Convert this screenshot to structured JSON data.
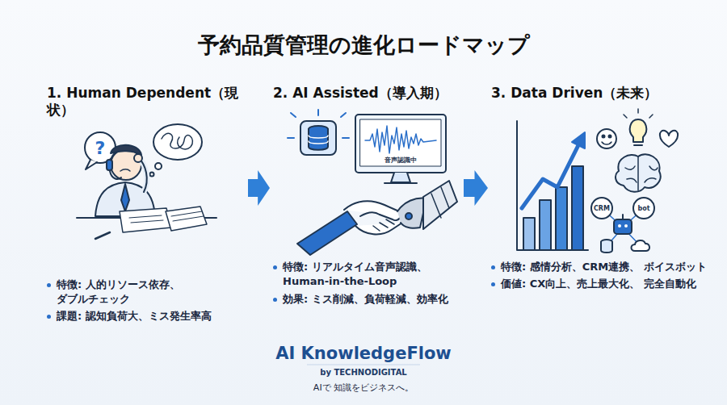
{
  "diagram": {
    "title": "予約品質管理の進化ロードマップ",
    "nodes": [
      {
        "text": [
          "1. Human Dependent（現状）",
          "特徴: 人的リソース依存、 ダブルチェック",
          "課題: 認知負荷大、ミス発生率高"
        ]
      },
      {
        "text": [
          "2. AI Assisted（導入期）",
          "特徴: リアルタイム音声認識、 Human-in-the-Loop",
          "効果: ミス削減、負荷軽減、効率化"
        ]
      },
      {
        "text": [
          "3. Data Driven（未来）",
          "特徴: 感情分析、CRM連携、 ボイスボット",
          "価値: CX向上、売上最大化、 完全自動化"
        ]
      }
    ],
    "edges": [
      {
        "from": 0,
        "to": 1,
        "arrow": "to"
      },
      {
        "from": 1,
        "to": 2,
        "arrow": "to"
      }
    ],
    "labels": [
      "?",
      "音声認識中",
      "CRM",
      "bot",
      "AI KnowledgeFlow",
      "by TECHNODIGITAL",
      "AIで 知識をビジネスへ。"
    ]
  }
}
